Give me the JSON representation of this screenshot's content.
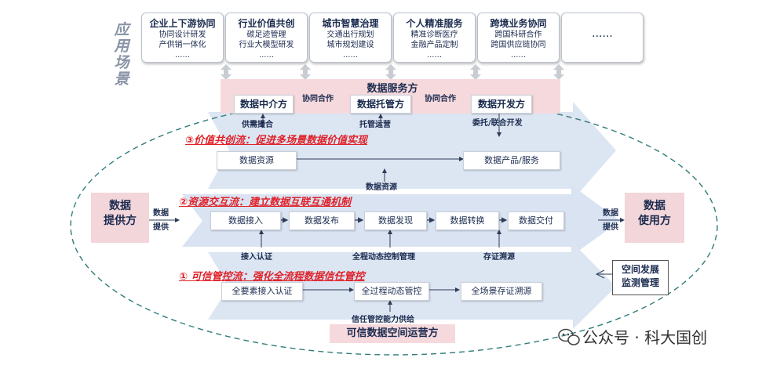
{
  "side_label": "应用场景",
  "scenarios": [
    {
      "title": "企业上下游协同",
      "lines": [
        "协同设计研发",
        "产供销一体化",
        "......"
      ]
    },
    {
      "title": "行业价值共创",
      "lines": [
        "碳足迹管理",
        "行业大模型研发",
        "......"
      ]
    },
    {
      "title": "城市智慧治理",
      "lines": [
        "交通出行规划",
        "城市规划建设",
        "......"
      ]
    },
    {
      "title": "个人精准服务",
      "lines": [
        "精准诊断医疗",
        "金融产品定制",
        "......"
      ]
    },
    {
      "title": "跨境业务协同",
      "lines": [
        "跨国科研合作",
        "跨国供应链协同",
        "......"
      ]
    },
    {
      "title": "",
      "lines": [
        "......"
      ]
    }
  ],
  "service": {
    "title": "数据服务方",
    "intermediary": "数据中介方",
    "custodian": "数据托管方",
    "developer": "数据开发方",
    "collab_left": "协同合作",
    "collab_right": "协同合作",
    "label_left": "供需撮合",
    "label_mid": "托管运营",
    "label_right": "委托/联合开发"
  },
  "flows": {
    "value": {
      "title": "③价值共创流：促进多场景数据价值实现",
      "from": "数据资源",
      "to": "数据产品/服务",
      "up_label": "数据资源"
    },
    "resource": {
      "title": "②资源交互流：建立数据互联互通机制",
      "steps": [
        "数据接入",
        "数据发布",
        "数据发现",
        "数据转换",
        "数据交付"
      ],
      "labels": [
        "接入认证",
        "全程动态控制管理",
        "存证溯源"
      ]
    },
    "trust": {
      "title": "① 可信管控流：强化全流程数据信任管控",
      "steps": [
        "全要素接入认证",
        "全过程动态管控",
        "全场景存证溯源"
      ],
      "supply_label": "信任管控能力供给",
      "operator": "可信数据空间运营方"
    }
  },
  "provider": {
    "title_line1": "数据",
    "title_line2": "提供方",
    "label_line1": "数据",
    "label_line2": "提供"
  },
  "user": {
    "title_line1": "数据",
    "title_line2": "使用方",
    "label_line1": "数据",
    "label_line2": "提供"
  },
  "monitor": {
    "line1": "空间发展",
    "line2": "监测管理"
  },
  "watermark": "公众号 · 科大国创"
}
